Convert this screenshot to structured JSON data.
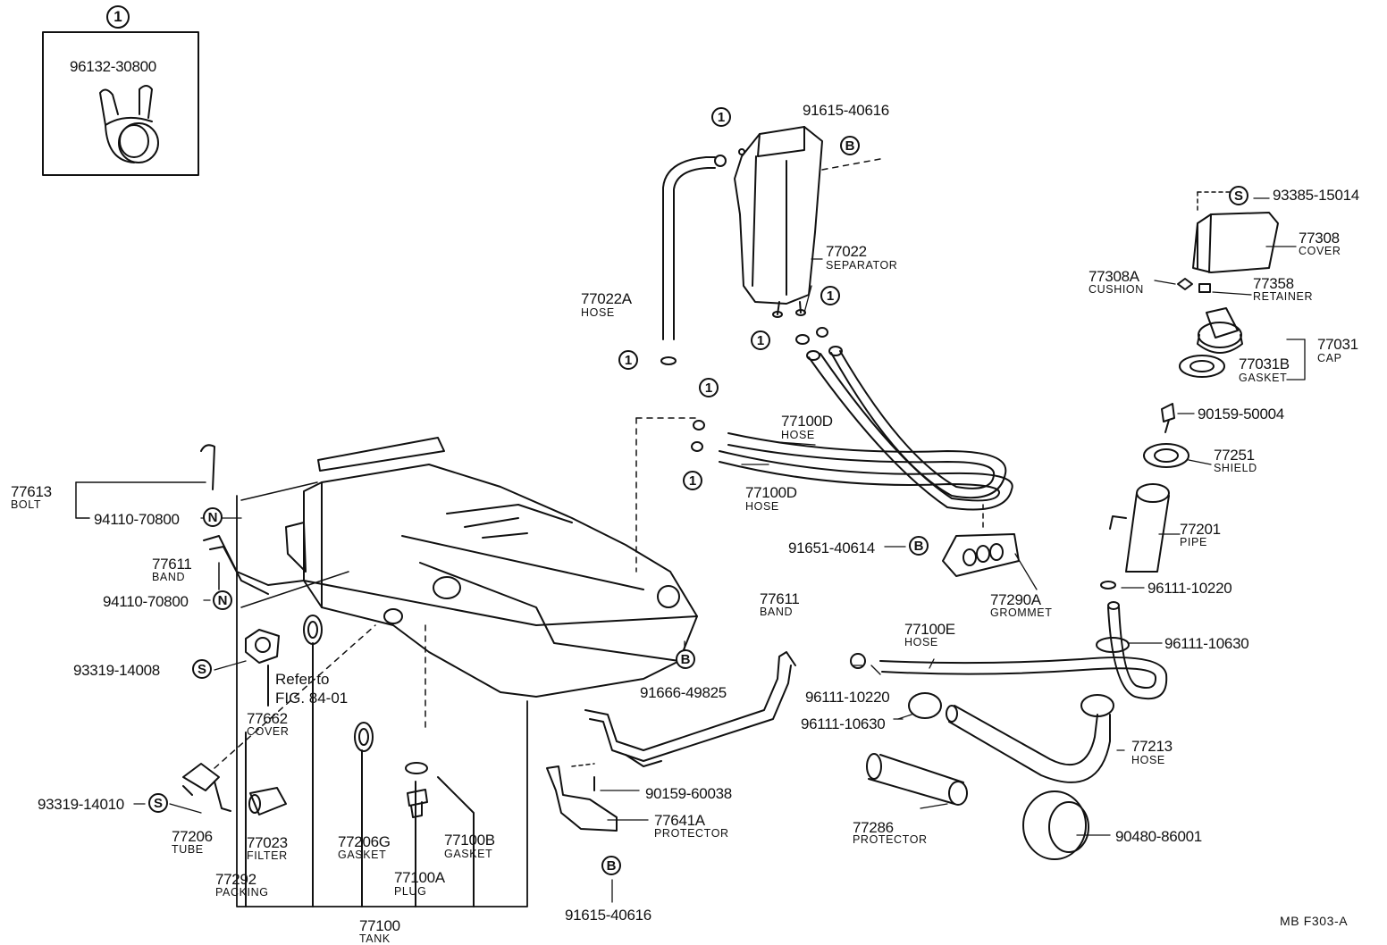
{
  "inset": {
    "marker": "1",
    "part": "96132-30800"
  },
  "markers": {
    "one": "1",
    "b": "B",
    "n": "N",
    "s": "S"
  },
  "parts": {
    "p91615_top": "91615-40616",
    "p93385": "93385-15014",
    "p77308": {
      "num": "77308",
      "name": "COVER"
    },
    "p77022": {
      "num": "77022",
      "name": "SEPARATOR"
    },
    "p77308a": {
      "num": "77308A",
      "name": "CUSHION"
    },
    "p77358": {
      "num": "77358",
      "name": "RETAINER"
    },
    "p77022a": {
      "num": "77022A",
      "name": "HOSE"
    },
    "p77031": {
      "num": "77031",
      "name": "CAP"
    },
    "p77031b": {
      "num": "77031B",
      "name": "GASKET"
    },
    "p90159_50004": "90159-50004",
    "p77100d_top": {
      "num": "77100D",
      "name": "HOSE"
    },
    "p77100d_bot": {
      "num": "77100D",
      "name": "HOSE"
    },
    "p77251": {
      "num": "77251",
      "name": "SHIELD"
    },
    "p77613": {
      "num": "77613",
      "name": "BOLT"
    },
    "p94110_top": "94110-70800",
    "p94110_bot": "94110-70800",
    "p77611_left": {
      "num": "77611",
      "name": "BAND"
    },
    "p77611_right": {
      "num": "77611",
      "name": "BAND"
    },
    "p91651": "91651-40614",
    "p77290a": {
      "num": "77290A",
      "name": "GROMMET"
    },
    "p77201": {
      "num": "77201",
      "name": "PIPE"
    },
    "p96111_10220_right": "96111-10220",
    "p77100e": {
      "num": "77100E",
      "name": "HOSE"
    },
    "p96111_10630_right": "96111-10630",
    "p93319_14008": "93319-14008",
    "ref_line1": "Refer to",
    "ref_line2": "FIG. 84-01",
    "p91666": "91666-49825",
    "p96111_10220_mid": "96111-10220",
    "p96111_10630_mid": "96111-10630",
    "p77662": {
      "num": "77662",
      "name": "COVER"
    },
    "p77213": {
      "num": "77213",
      "name": "HOSE"
    },
    "p90159_60038": "90159-60038",
    "p93319_14010": "93319-14010",
    "p77206": {
      "num": "77206",
      "name": "TUBE"
    },
    "p77023": {
      "num": "77023",
      "name": "FILTER"
    },
    "p77206g": {
      "num": "77206G",
      "name": "GASKET"
    },
    "p77100b": {
      "num": "77100B",
      "name": "GASKET"
    },
    "p77641a": {
      "num": "77641A",
      "name": "PROTECTOR"
    },
    "p77286": {
      "num": "77286",
      "name": "PROTECTOR"
    },
    "p90480": "90480-86001",
    "p77292": {
      "num": "77292",
      "name": "PACKING"
    },
    "p77100a": {
      "num": "77100A",
      "name": "PLUG"
    },
    "p91615_bot": "91615-40616",
    "p77100": {
      "num": "77100",
      "name": "TANK"
    }
  },
  "footer": "MB  F303-A"
}
